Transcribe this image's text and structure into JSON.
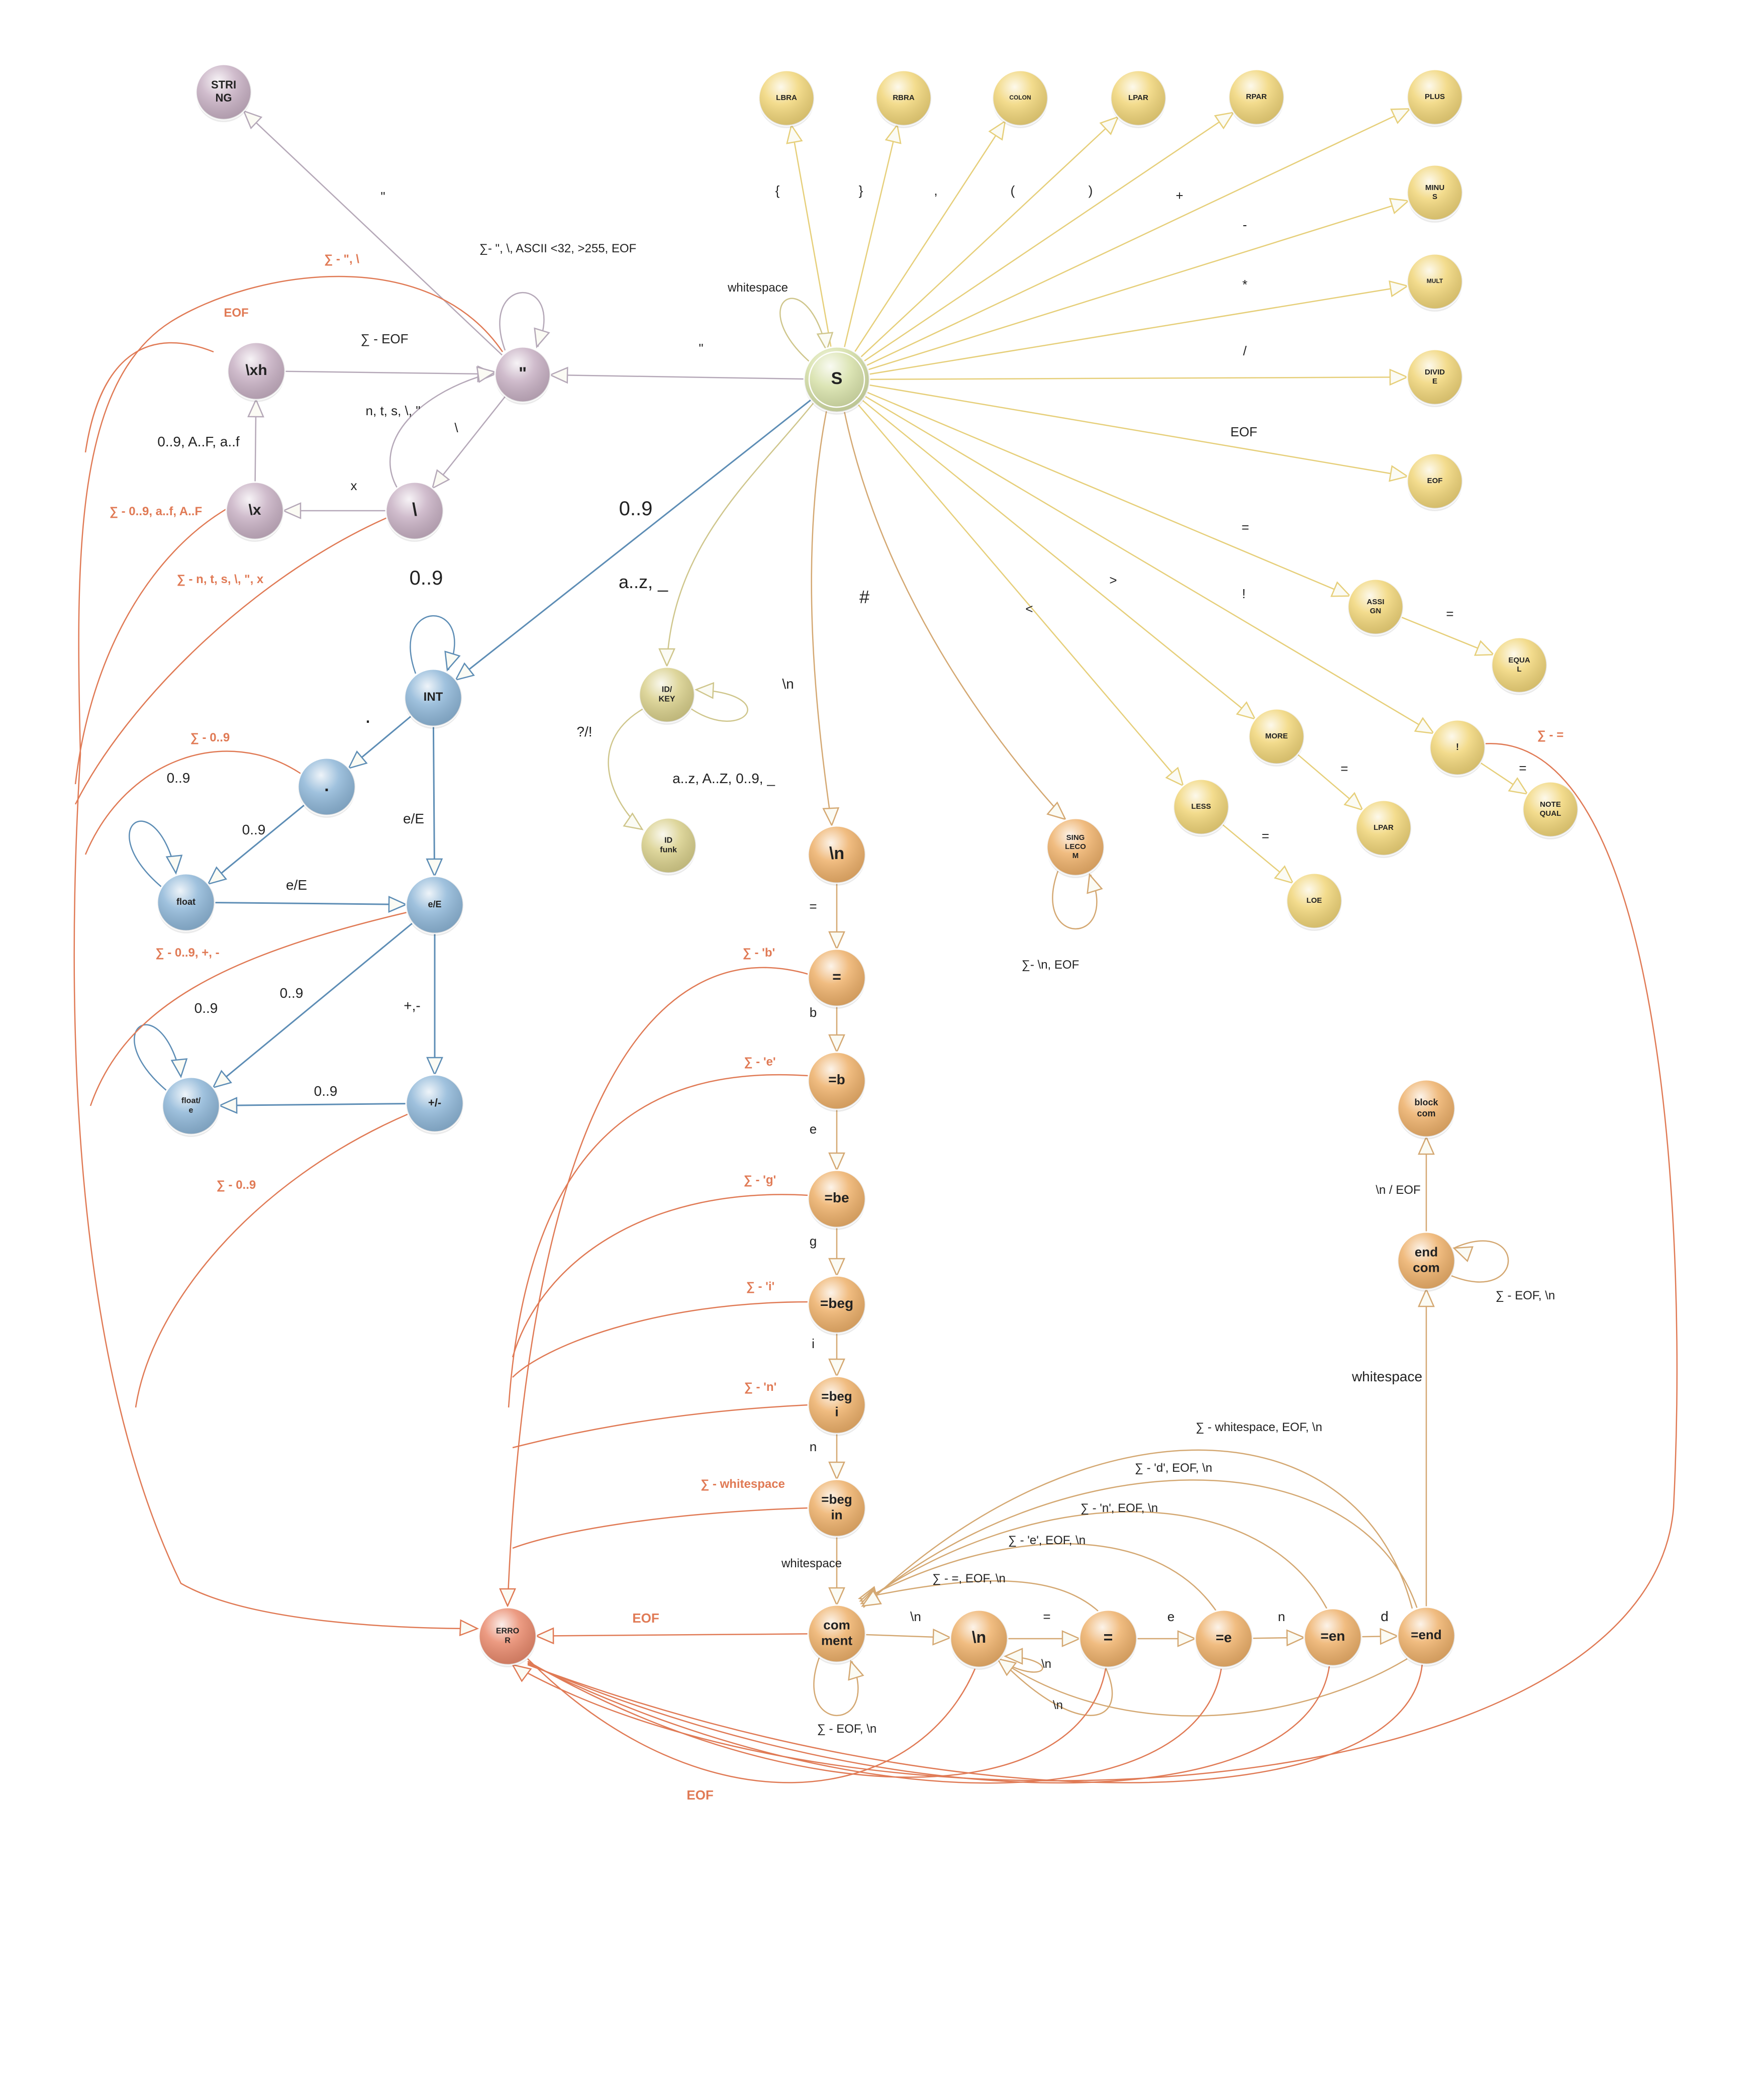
{
  "colors": {
    "purple": "#c8b1c4",
    "green": "#d6e0a8",
    "yellow": "#f1d67a",
    "olive": "#d9d08c",
    "blue": "#8fb7d8",
    "orange": "#eeb16b",
    "red": "#e98a6d",
    "edge_purple": "#b5a8b8",
    "edge_yellow": "#e6cf7a",
    "edge_olive": "#cfc68c",
    "edge_blue": "#5d8db5",
    "edge_orange": "#d4a872",
    "edge_red": "#e07a55"
  },
  "nodes": {
    "string": "STRI\nNG",
    "quote": "\"",
    "xh": "\\xh",
    "bslash_x": "\\x",
    "bslash": "\\",
    "start": "S",
    "lbra": "LBRA",
    "rbra": "RBRA",
    "colon": "COLON",
    "lpar": "LPAR",
    "rpar": "RPAR",
    "plus": "PLUS",
    "minus": "MINU\nS",
    "mult": "MULT",
    "divide": "DIVID\nE",
    "eof": "EOF",
    "assign": "ASSI\nGN",
    "equal": "EQUA\nL",
    "more": "MORE",
    "lpar2": "LPAR",
    "excl": "!",
    "notequal": "NOTE\nQUAL",
    "less": "LESS",
    "loe": "LOE",
    "idkey": "ID/\nKEY",
    "idfunk": "ID\nfunk",
    "int": "INT",
    "dot": ".",
    "float": "float",
    "eE": "e/E",
    "float_e": "float/\ne",
    "pm": "+/-",
    "nl": "\\n",
    "singlecom": "SING\nLECO\nM",
    "eq": "=",
    "eqb": "=b",
    "eqbe": "=be",
    "eqbeg": "=beg",
    "eqbegi": "=beg\ni",
    "eqbegin": "=beg\nin",
    "comment": "com\nment",
    "c_nl": "\\n",
    "c_eq": "=",
    "c_eqe": "=e",
    "c_eqen": "=en",
    "c_eqend": "=end",
    "endcom": "end\ncom",
    "blockcom": "block\ncom",
    "error": "ERRO\nR"
  },
  "labels": {
    "quote_string": "\"",
    "quote_self": "∑- \", \\, ASCII <32, >255, EOF",
    "xh_quote": "∑ - EOF",
    "bs_quote": "n, t, s, \\, \"",
    "quote_bs": "\\",
    "bs_x": "x",
    "x_xh": "0..9, A..F, a..f",
    "s_quote": "\"",
    "whitespace": "whitespace",
    "lbra": "{",
    "rbra": "}",
    "colon": ",",
    "lpar": "(",
    "rpar": ")",
    "plus": "+",
    "minus": "-",
    "mult": "*",
    "divide": "/",
    "eof": "EOF",
    "assign": "=",
    "equal": "=",
    "more": ">",
    "moreeq": "=",
    "excl": "!",
    "noteq": "=",
    "less": "<",
    "loe": "=",
    "s_int": "0..9",
    "s_id": "a..z, _",
    "id_self": "a..z, A..Z, 0..9, _",
    "id_funk": "?/!",
    "s_nl": "\\n",
    "s_hash": "#",
    "singlecom_self": "∑- \\n, EOF",
    "int_self": "0..9",
    "int_dot": ".",
    "dot_float": "0..9",
    "float_self": "0..9",
    "float_eE": "e/E",
    "int_eE": "e/E",
    "eE_floate": "0..9",
    "eE_pm": "+,-",
    "floate_self": "0..9",
    "pm_floate": "0..9",
    "nl_eq": "=",
    "eq_b": "b",
    "b_e": "e",
    "be_g": "g",
    "beg_i": "i",
    "begi_n": "n",
    "begin_ws": "whitespace",
    "comment_self": "∑ - EOF, \\n",
    "comment_nl": "\\n",
    "cnl_self": "\\n",
    "cnl_eq": "=",
    "ceq_e": "e",
    "ce_n": "n",
    "cen_d": "d",
    "cend_back_nl": "\\n",
    "back_eq": "∑ - =, EOF, \\n",
    "back_e": "∑ - 'e', EOF, \\n",
    "back_n": "∑ - 'n', EOF, \\n",
    "back_d": "∑ - 'd', EOF, \\n",
    "back_ws": "∑ - whitespace, EOF, \\n",
    "end_ws": "whitespace",
    "endcom_self": "∑ - EOF, \\n",
    "endcom_block": "\\n / EOF"
  },
  "error_labels": {
    "str_quote_bs": "∑ - \", \\",
    "str_eof": "EOF",
    "x_err": "∑ - 0..9, a..f, A..F",
    "bs_err": "∑ - n, t, s, \\, \", x",
    "dot_err": "∑ - 0..9",
    "eE_err": "∑ - 0..9, +, -",
    "pm_err": "∑ - 0..9",
    "eq_err": "∑ - 'b'",
    "b_err": "∑ - 'e'",
    "be_err": "∑ - 'g'",
    "beg_err": "∑ - 'i'",
    "begi_err": "∑ - 'n'",
    "begin_err": "∑ - whitespace",
    "comment_eof": "EOF",
    "bottom_eof": "EOF",
    "excl_err": "∑ - ="
  }
}
